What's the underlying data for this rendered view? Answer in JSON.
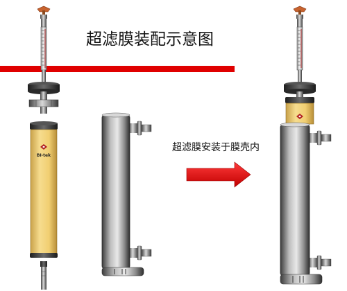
{
  "title": "超滤膜装配示意图",
  "caption": "超滤膜安装于膜壳内",
  "cartridge_brand": "BI-tek",
  "colors": {
    "accent_red": "#e00000",
    "membrane_yellow": "#f2d27a",
    "shell_gray": "#8a8a8a"
  },
  "icons": [
    "pressure-gauge-icon",
    "valve-handle-icon",
    "right-arrow-icon",
    "logo-icon"
  ]
}
